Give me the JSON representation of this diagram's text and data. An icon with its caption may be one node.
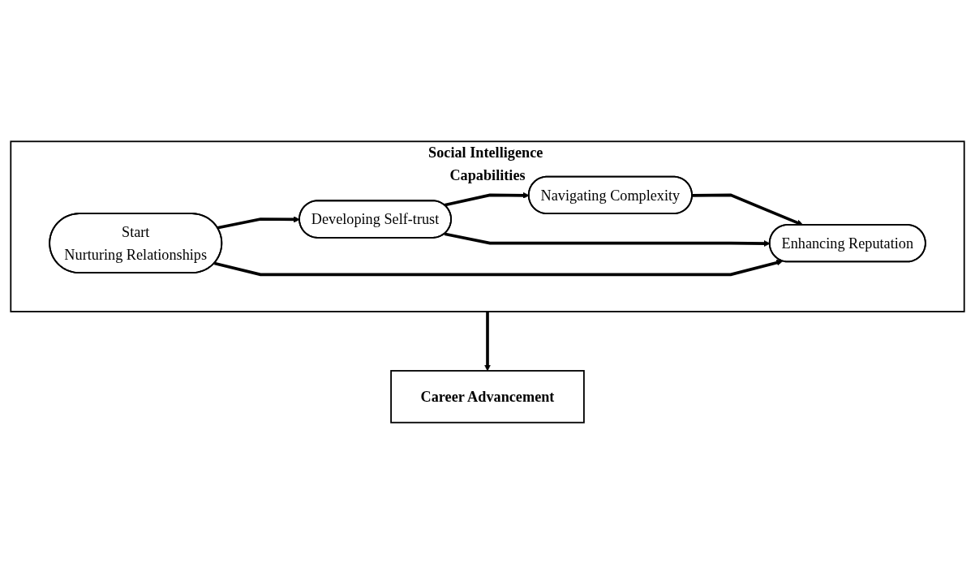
{
  "diagram": {
    "nodes": [
      {
        "text": [
          "Social Intelligence Capabilities"
        ]
      },
      {
        "text": [
          "Start",
          "Nurturing Relationships"
        ],
        "in": 0
      },
      {
        "text": [
          "Developing Self-trust"
        ],
        "in": 0
      },
      {
        "text": [
          "Navigating Complexity"
        ],
        "in": 0
      },
      {
        "text": [
          "Enhancing Reputation"
        ],
        "in": 0
      },
      {
        "text": [
          "Career Advancement"
        ]
      }
    ],
    "edges": [
      {
        "from": 1,
        "to": 2,
        "arrow": "to"
      },
      {
        "from": 2,
        "to": 3,
        "arrow": "to"
      },
      {
        "from": 2,
        "to": 4,
        "arrow": "to"
      },
      {
        "from": 1,
        "to": 4,
        "arrow": "to"
      },
      {
        "from": 3,
        "to": 4,
        "arrow": "to"
      },
      {
        "from": 0,
        "to": 5,
        "arrow": "to"
      }
    ]
  }
}
